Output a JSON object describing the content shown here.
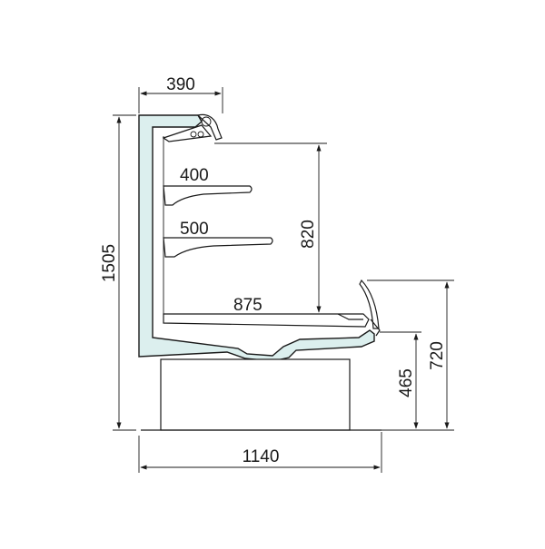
{
  "dimensions": {
    "top_width": "390",
    "total_height": "1505",
    "shelf_1_depth": "400",
    "shelf_2_depth": "500",
    "inner_height": "820",
    "base_depth": "875",
    "front_height": "720",
    "front_low_height": "465",
    "total_width": "1140"
  },
  "colors": {
    "body_fill": "#dcefee",
    "line": "#1a1a1a"
  }
}
